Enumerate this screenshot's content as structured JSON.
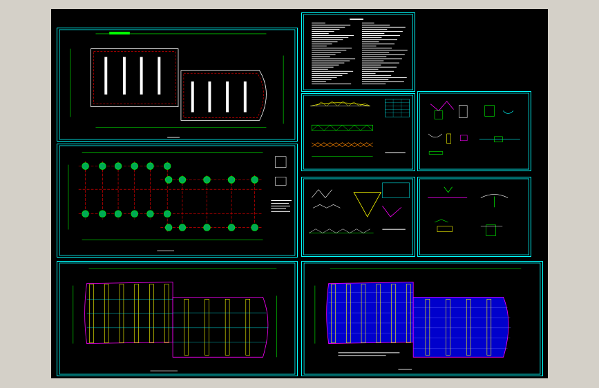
{
  "colors": {
    "background": "#000000",
    "frame": "#00ffff",
    "dimension": "#00ff00",
    "axis": "#ff0000",
    "text": "#ffffff",
    "accent": "#ffff00",
    "roof_fill": "#0000cc",
    "magenta": "#ff00ff"
  },
  "sheets": [
    {
      "id": "site-plan"
    },
    {
      "id": "foundation-plan"
    },
    {
      "id": "roof-steel-plan"
    },
    {
      "id": "roof-cladding-plan"
    },
    {
      "id": "general-notes"
    },
    {
      "id": "truss-elevations"
    },
    {
      "id": "connection-details"
    },
    {
      "id": "truss-sections"
    },
    {
      "id": "support-details"
    }
  ]
}
